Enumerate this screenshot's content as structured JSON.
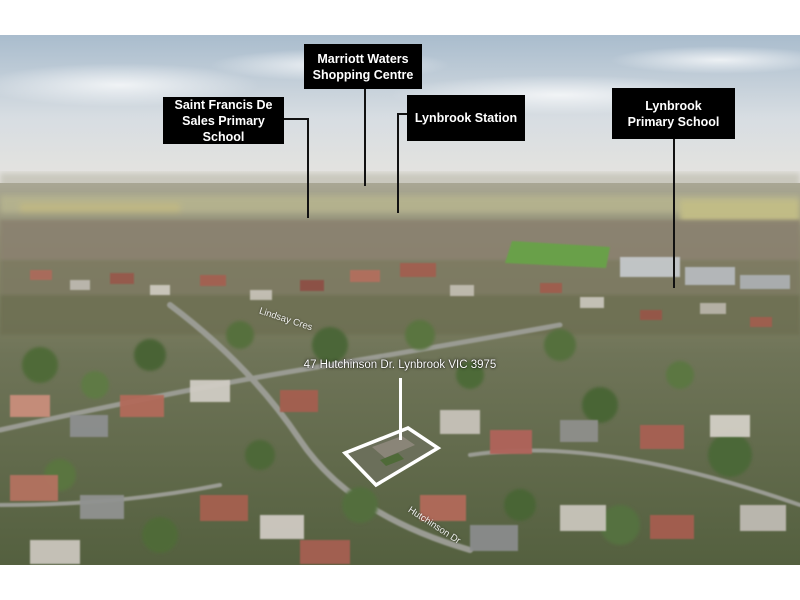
{
  "callouts": {
    "marriott": {
      "line1": "Marriott Waters",
      "line2": "Shopping Centre"
    },
    "st_francis": {
      "line1": "Saint Francis De",
      "line2": "Sales Primary School"
    },
    "lynbrook_station": {
      "line1": "Lynbrook Station"
    },
    "lynbrook_primary": {
      "line1": "Lynbrook",
      "line2": "Primary School"
    }
  },
  "property": {
    "address": "47 Hutchinson Dr. Lynbrook VIC 3975"
  },
  "streets": {
    "lindsay": "Lindsay Cres",
    "hutchinson": "Hutchinson Dr"
  },
  "colors": {
    "callout_bg": "#000000",
    "callout_text": "#ffffff",
    "highlight_outline": "#ffffff"
  }
}
